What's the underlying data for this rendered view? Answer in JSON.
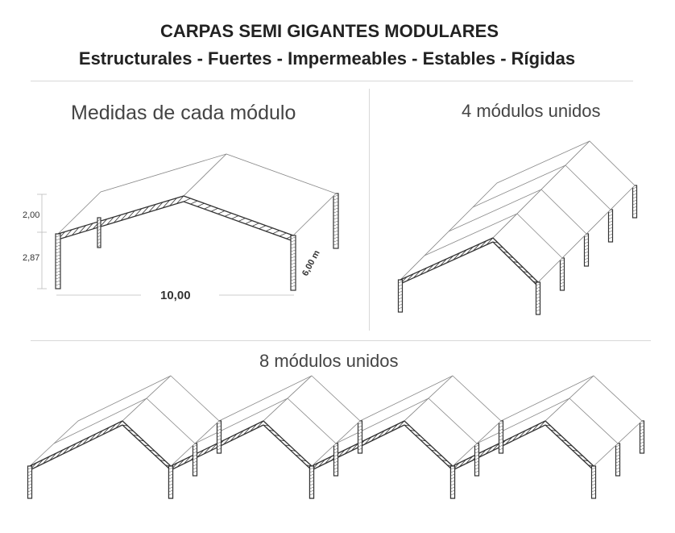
{
  "header": {
    "title": "CARPAS SEMI GIGANTES MODULARES",
    "subtitle": "Estructurales - Fuertes - Impermeables - Estables - Rígidas"
  },
  "single_module": {
    "heading": "Medidas de cada módulo",
    "dimensions": {
      "roof_height": "2,00",
      "wall_height": "2,87",
      "width": "10,00",
      "depth": "6,00 m"
    }
  },
  "four_modules": {
    "heading": "4 módulos unidos"
  },
  "eight_modules": {
    "heading": "8 módulos unidos"
  }
}
